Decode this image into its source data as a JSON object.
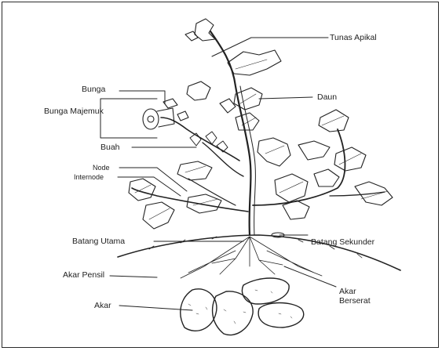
{
  "diagram": {
    "labels": {
      "tunas_apikal": "Tunas Apikal",
      "bunga": "Bunga",
      "bunga_majemuk": "Bunga Majemuk",
      "daun": "Daun",
      "buah": "Buah",
      "node": "Node",
      "internode": "Internode",
      "batang_utama": "Batang Utama",
      "batang_sekunder": "Batang Sekunder",
      "akar_pensil": "Akar Pensil",
      "akar_berserat_1": "Akar",
      "akar_berserat_2": "Berserat",
      "akar": "Akar"
    },
    "colors": {
      "ink": "#222222",
      "frame": "#2b2b2b",
      "background": "#ffffff"
    }
  }
}
